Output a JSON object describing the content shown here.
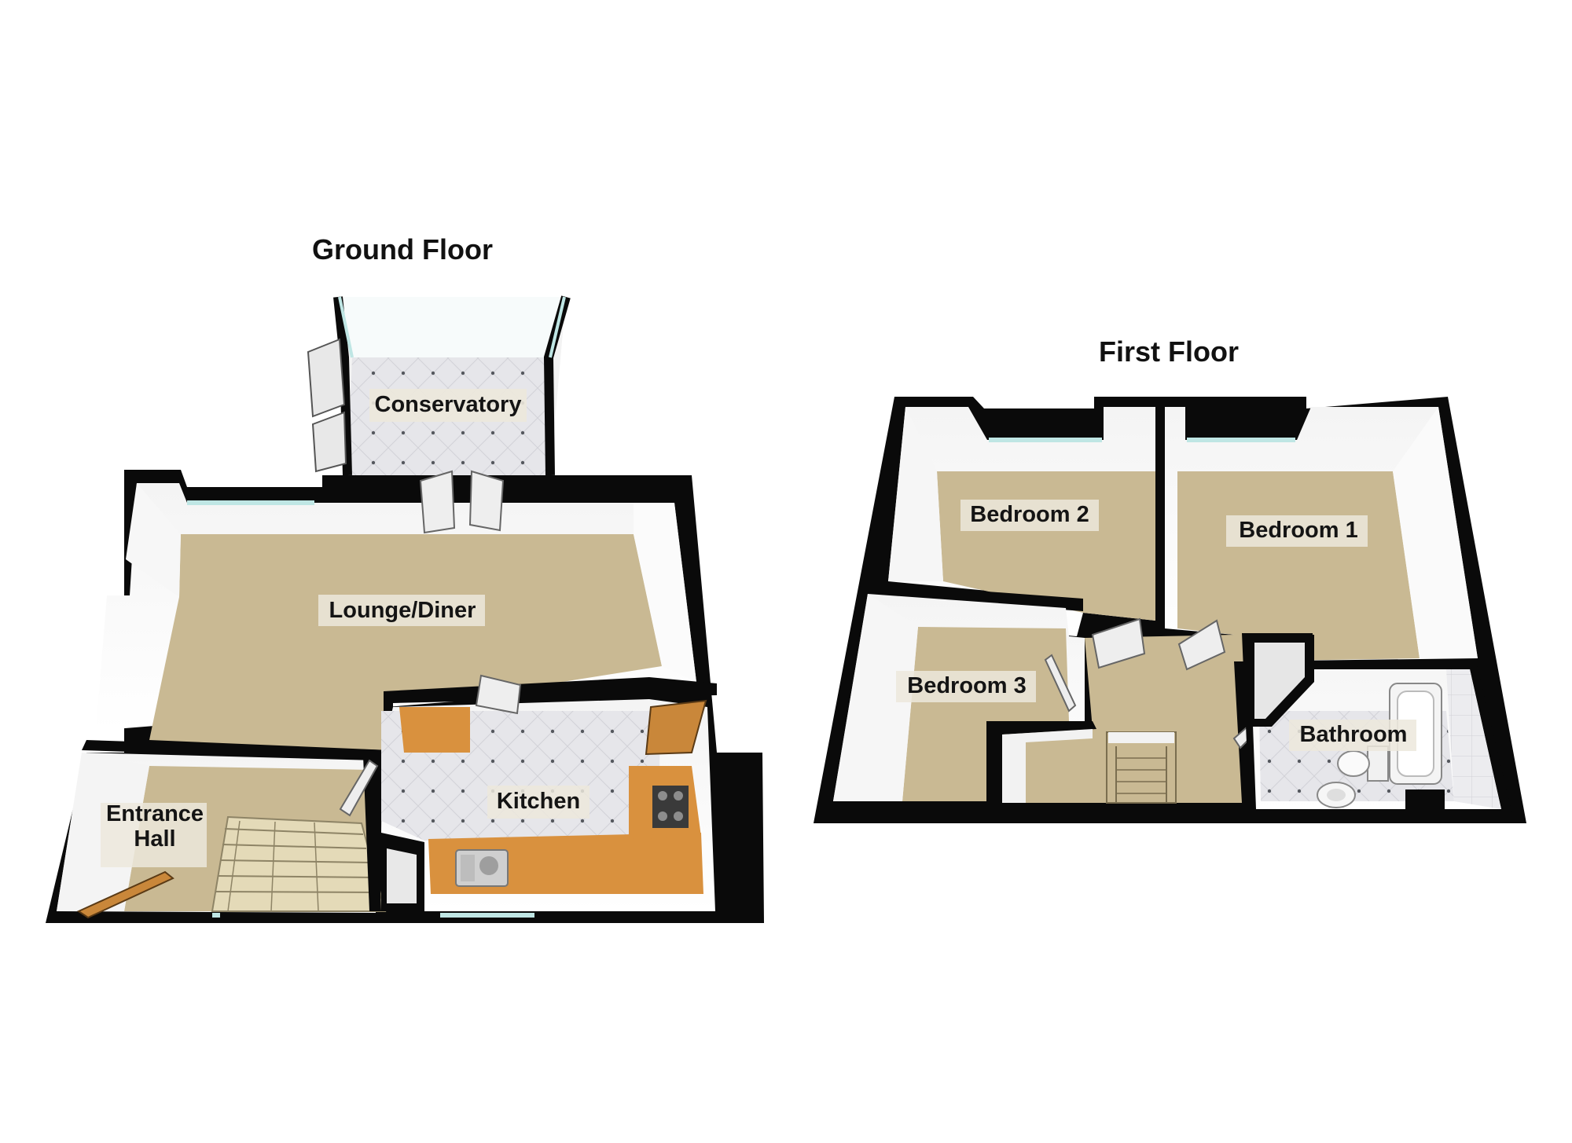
{
  "floors": {
    "ground": {
      "title": "Ground Floor",
      "rooms": {
        "conservatory": "Conservatory",
        "lounge_diner": "Lounge/Diner",
        "kitchen": "Kitchen",
        "entrance_hall_line1": "Entrance",
        "entrance_hall_line2": "Hall"
      }
    },
    "first": {
      "title": "First Floor",
      "rooms": {
        "bedroom1": "Bedroom 1",
        "bedroom2": "Bedroom 2",
        "bedroom3": "Bedroom 3",
        "bathroom": "Bathroom"
      }
    }
  },
  "colors": {
    "wall": "#0a0a0a",
    "carpet": "#c9b993",
    "tile": "#e6e6ea",
    "worktop": "#d9913e",
    "window": "#bfe6e4",
    "label_bg": "#ece8dc"
  }
}
